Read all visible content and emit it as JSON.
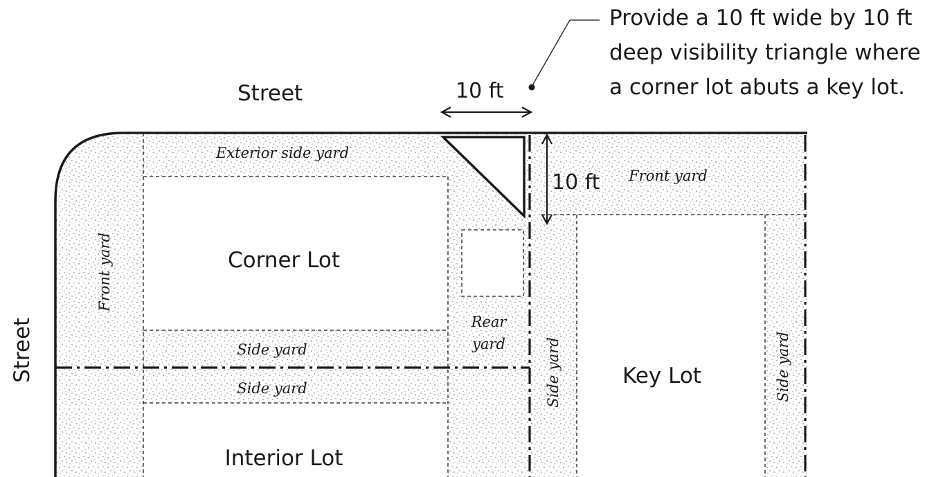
{
  "annotation": {
    "lines": [
      "Provide a 10 ft wide by 10 ft",
      "deep visibility triangle where",
      "a corner lot abuts a key lot."
    ]
  },
  "streets": {
    "top": "Street",
    "left": "Street"
  },
  "dimensions": {
    "horizontal": "10 ft",
    "vertical": "10 ft"
  },
  "lots": {
    "corner": "Corner Lot",
    "interior": "Interior Lot",
    "key": "Key Lot"
  },
  "yards": {
    "exterior_side": "Exterior side yard",
    "front_left": "Front yard",
    "front_key": "Front yard",
    "side_corner": "Side yard",
    "side_interior": "Side yard",
    "rear_line1": "Rear",
    "rear_line2": "yard",
    "side_key_left": "Side yard",
    "side_key_right": "Side yard"
  },
  "colors": {
    "line": "#1a1a1a",
    "stipple": "#6a6a6a",
    "background": "#ffffff"
  }
}
